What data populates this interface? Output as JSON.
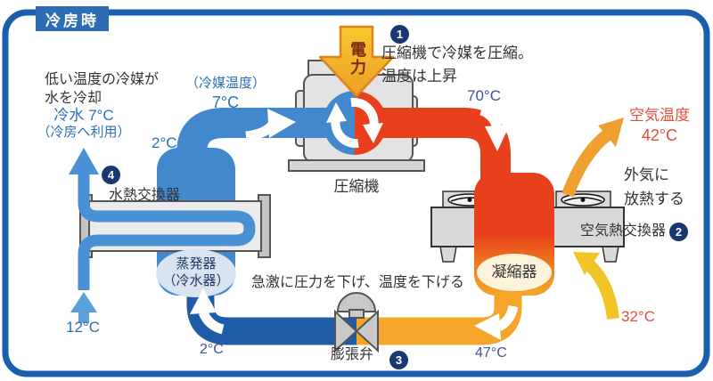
{
  "title_badge": "冷房時",
  "power_input_label": "電力",
  "steps": {
    "s1": {
      "num": "1",
      "line1": "圧縮機で冷媒を圧縮。",
      "line2": "温度は上昇"
    },
    "s2": {
      "num": "2"
    },
    "s3": {
      "num": "3",
      "text": "急激に圧力を下げ、温度を下げる"
    },
    "s4": {
      "num": "4"
    }
  },
  "components": {
    "compressor": "圧縮機",
    "evaporator_line1": "蒸発器",
    "evaporator_line2": "（冷水器）",
    "condenser": "凝縮器",
    "expansion_valve": "膨張弁",
    "water_heat_exchanger": "水熱交換器",
    "air_heat_exchanger": "空気熱交換器"
  },
  "left_side": {
    "note_line1": "低い温度の冷媒が",
    "note_line2": "水を冷却",
    "chilled_water_line1": "冷水 7°C",
    "chilled_water_line2": "（冷房へ利用）",
    "water_inlet_temp": "12°C"
  },
  "right_side": {
    "air_temp_label": "空気温度",
    "air_temp_value": "42°C",
    "heat_note_line1": "外気に",
    "heat_note_line2": "放熱する",
    "outside_air_temp": "32°C"
  },
  "refrigerant_temps": {
    "label": "（冷媒温度）",
    "evaporator_outlet": "7°C",
    "evaporator_top": "2°C",
    "compressor_outlet": "70°C",
    "condenser_outlet": "47°C",
    "after_expansion": "2°C"
  },
  "colors": {
    "frame_blue": "#1a5fad",
    "title_bg": "#2e6db5",
    "pipe_blue": "#4288cc",
    "pipe_dark_blue": "#1e5ca8",
    "pipe_red": "#e8401c",
    "pipe_orange": "#f6a52b",
    "water_blue": "#4a90d4",
    "arrow_yellow": "#f2c427",
    "arrow_orange": "#f0a030",
    "badge_navy": "#17396f",
    "temp_blue": "#2d6fb8",
    "temp_slate": "#3f519e",
    "temp_red": "#e0503c"
  }
}
